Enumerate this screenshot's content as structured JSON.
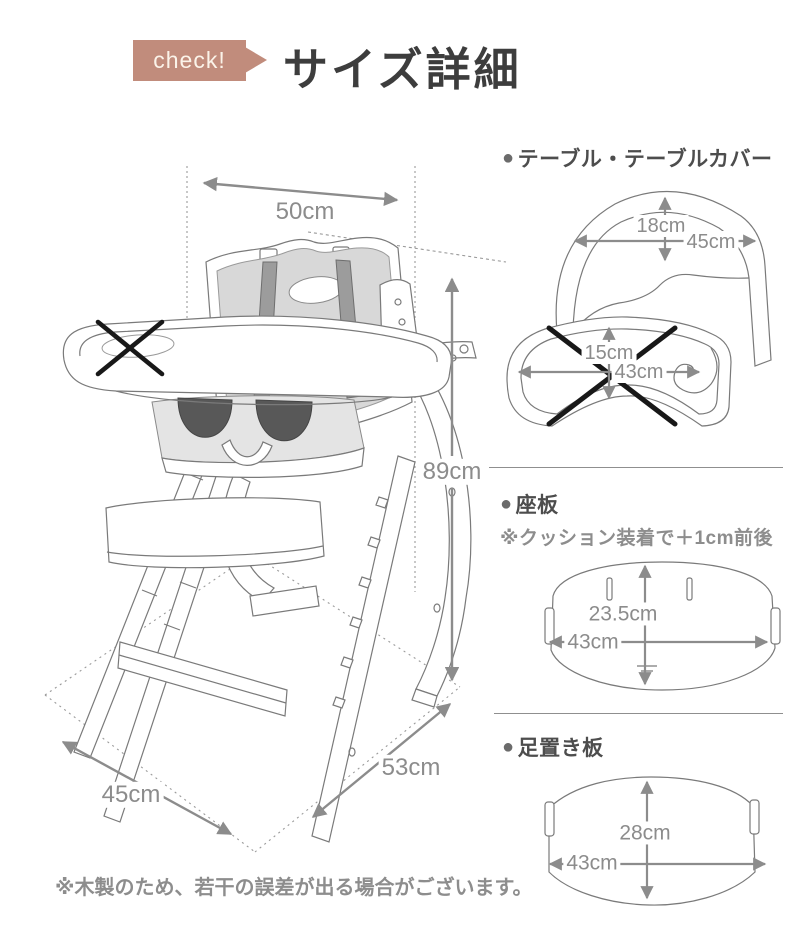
{
  "header": {
    "badge": "check!",
    "title": "サイズ詳細"
  },
  "chair": {
    "width": "50cm",
    "height": "89cm",
    "depth_front": "45cm",
    "depth_side": "53cm"
  },
  "sections": {
    "table": {
      "bullet": "●",
      "title": "テーブル・テーブルカバー",
      "cover_height": "18cm",
      "cover_width": "45cm",
      "tray_height": "15cm",
      "tray_width": "43cm"
    },
    "seat": {
      "bullet": "●",
      "title": "座板",
      "note": "※クッション装着で＋1cm前後",
      "depth": "23.5cm",
      "width": "43cm"
    },
    "footrest": {
      "bullet": "●",
      "title": "足置き板",
      "depth": "28cm",
      "width": "43cm"
    }
  },
  "footer": {
    "note": "※木製のため、若干の誤差が出る場合がございます。"
  }
}
